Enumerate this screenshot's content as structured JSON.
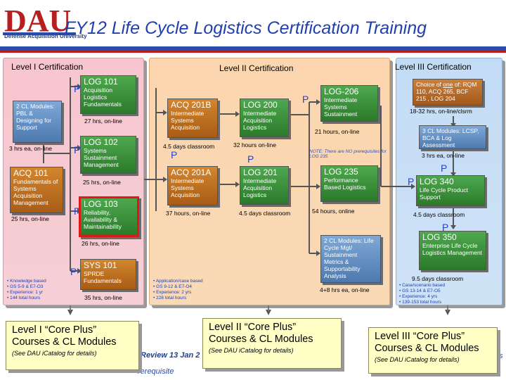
{
  "header": {
    "title": "FY12 Life Cycle Logistics Certification Training",
    "logo_text": "DAU",
    "logo_subtext": "Defense Acquisition University"
  },
  "colors": {
    "title_blue": "#1f3fae",
    "bar_blue": "#2a4ba8",
    "bar_red": "#b61f1f",
    "box_green": "#2b7a2b",
    "box_orange": "#a85c16",
    "box_blue": "#4d79b0"
  },
  "level1": {
    "title": "Level I  Certification",
    "p_mark": "P",
    "cl_box": {
      "text": "2 CL Modules: PBL & Designing for Support",
      "note": "3 hrs ea, on-line"
    },
    "acq101": {
      "title": "ACQ 101",
      "subtitle": "Fundamentals of Systems Acquisition Management",
      "note": "25  hrs, on-line"
    },
    "log101": {
      "title": "LOG 101",
      "subtitle": "Acquisition Logistics Fundamentals",
      "note": "27  hrs, on-line"
    },
    "log102": {
      "title": "LOG 102",
      "subtitle": "Systems Sustainment Management",
      "note": "25  hrs, on-line"
    },
    "log103": {
      "title": "LOG 103",
      "subtitle": "Reliability, Availability & Maintainability",
      "note": "26  hrs, on-line"
    },
    "sys101": {
      "title": "SYS 101",
      "subtitle": "SPRDE Fundamentals",
      "note": "35 hrs, on-line"
    },
    "requirements": [
      "• Knowledge based",
      "• GS 5-9 &  E7-O3",
      "• Experience: 1 yr",
      "• 144 total hours"
    ]
  },
  "level2": {
    "title": "Level II Certification",
    "p_mark": "P",
    "acq201b": {
      "title": "ACQ 201B",
      "subtitle": "Intermediate Systems Acquisition",
      "note": "4.5 days classroom"
    },
    "acq201a": {
      "title": "ACQ 201A",
      "subtitle": "Intermediate Systems Acquisition",
      "note": "37 hours, on-line"
    },
    "log200": {
      "title": "LOG 200",
      "subtitle": "Intermediate Acquisition Logistics",
      "note": "32 hours on-line"
    },
    "log201": {
      "title": "LOG 201",
      "subtitle": "Intermediate Acquisition Logistics",
      "note": "4.5 days classroom"
    },
    "log206": {
      "title": "LOG-206",
      "subtitle": "Intermediate Systems Sustainment",
      "note": "21 hours, on-line"
    },
    "no_prereq_note": "NOTE: There are NO prerequisites for LOG 235",
    "log235": {
      "title": "LOG 235",
      "subtitle": "Performance Based Logistics",
      "note": "54 hours, online"
    },
    "cl_box": {
      "text": "2 CL Modules: Life Cycle Mgt/ Sustainment Metrics & Supportability Analysis",
      "note": "4+8 hrs ea, on-line"
    },
    "requirements": [
      "• Application/case based",
      "• GS 9-12 & E7-O4",
      "• Experience: 2 yrs",
      "• 228 total hours"
    ]
  },
  "level3": {
    "title": "Level III Certification",
    "p_mark": "P",
    "choice_box": {
      "text_pre": "Choice of ",
      "text_one": "one",
      "text_post": " of: RQM 110, ACQ 265, BCF 215 , LOG 204",
      "note": "18-32 hrs, on-line/clsrm"
    },
    "cl_box": {
      "text": "3 CL Modules: LCSP, BCA & Log Assessment",
      "note": "3 hrs ea, on-line"
    },
    "log340": {
      "title": "LOG 340",
      "subtitle": "Life Cycle Product Support",
      "note": "4.5 days classroom"
    },
    "log350": {
      "title": "LOG 350",
      "subtitle": "Enterprise Life Cycle Logistics Management",
      "note": "9.5 days classroom"
    },
    "requirements": [
      "• Case/scenario based",
      "• GS 13-14 &  E7-O5",
      "• Experience: 4 yrs",
      "• 139-153 total hours"
    ]
  },
  "core_plus": [
    {
      "line1": "Level I “Core Plus”",
      "line2": "Courses & CL Modules",
      "detail": "(See DAU iCatalog for details)"
    },
    {
      "line1": "Level II “Core Plus”",
      "line2": "Courses & CL Modules",
      "detail": "(See DAU iCatalog for details)"
    },
    {
      "line1": "Level III “Core Plus”",
      "line2": "Courses & CL Modules",
      "detail": "(See DAU iCatalog for details)"
    }
  ],
  "footer": {
    "review": "Review 13 Jan 2",
    "prereq": "rerequisite",
    "s": "s"
  }
}
